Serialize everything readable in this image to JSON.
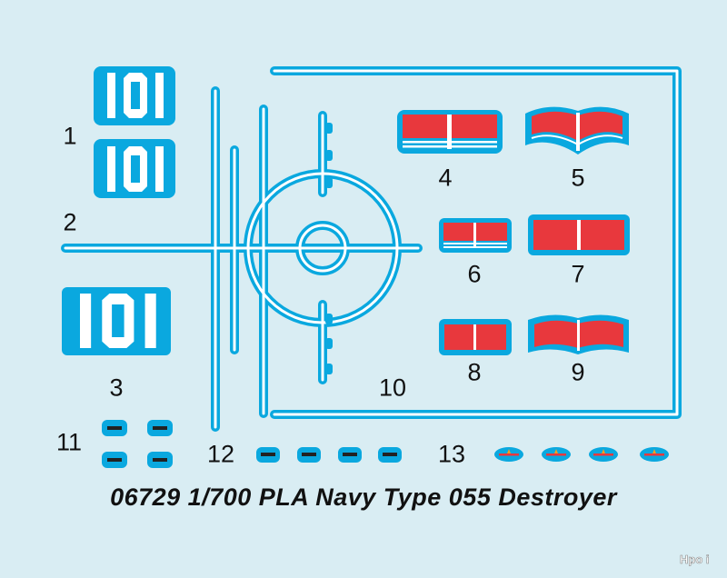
{
  "sheet": {
    "title": "06729 1/700 PLA Navy Type 055 Destroyer",
    "watermark": "Hpo i",
    "colors": {
      "background": "#d9edf3",
      "decal_blue": "#0aa8df",
      "red": "#e8383d",
      "white": "#ffffff"
    },
    "hull_number": "101",
    "labels": [
      "1",
      "2",
      "3",
      "4",
      "5",
      "6",
      "7",
      "8",
      "9",
      "10",
      "11",
      "12",
      "13"
    ]
  }
}
